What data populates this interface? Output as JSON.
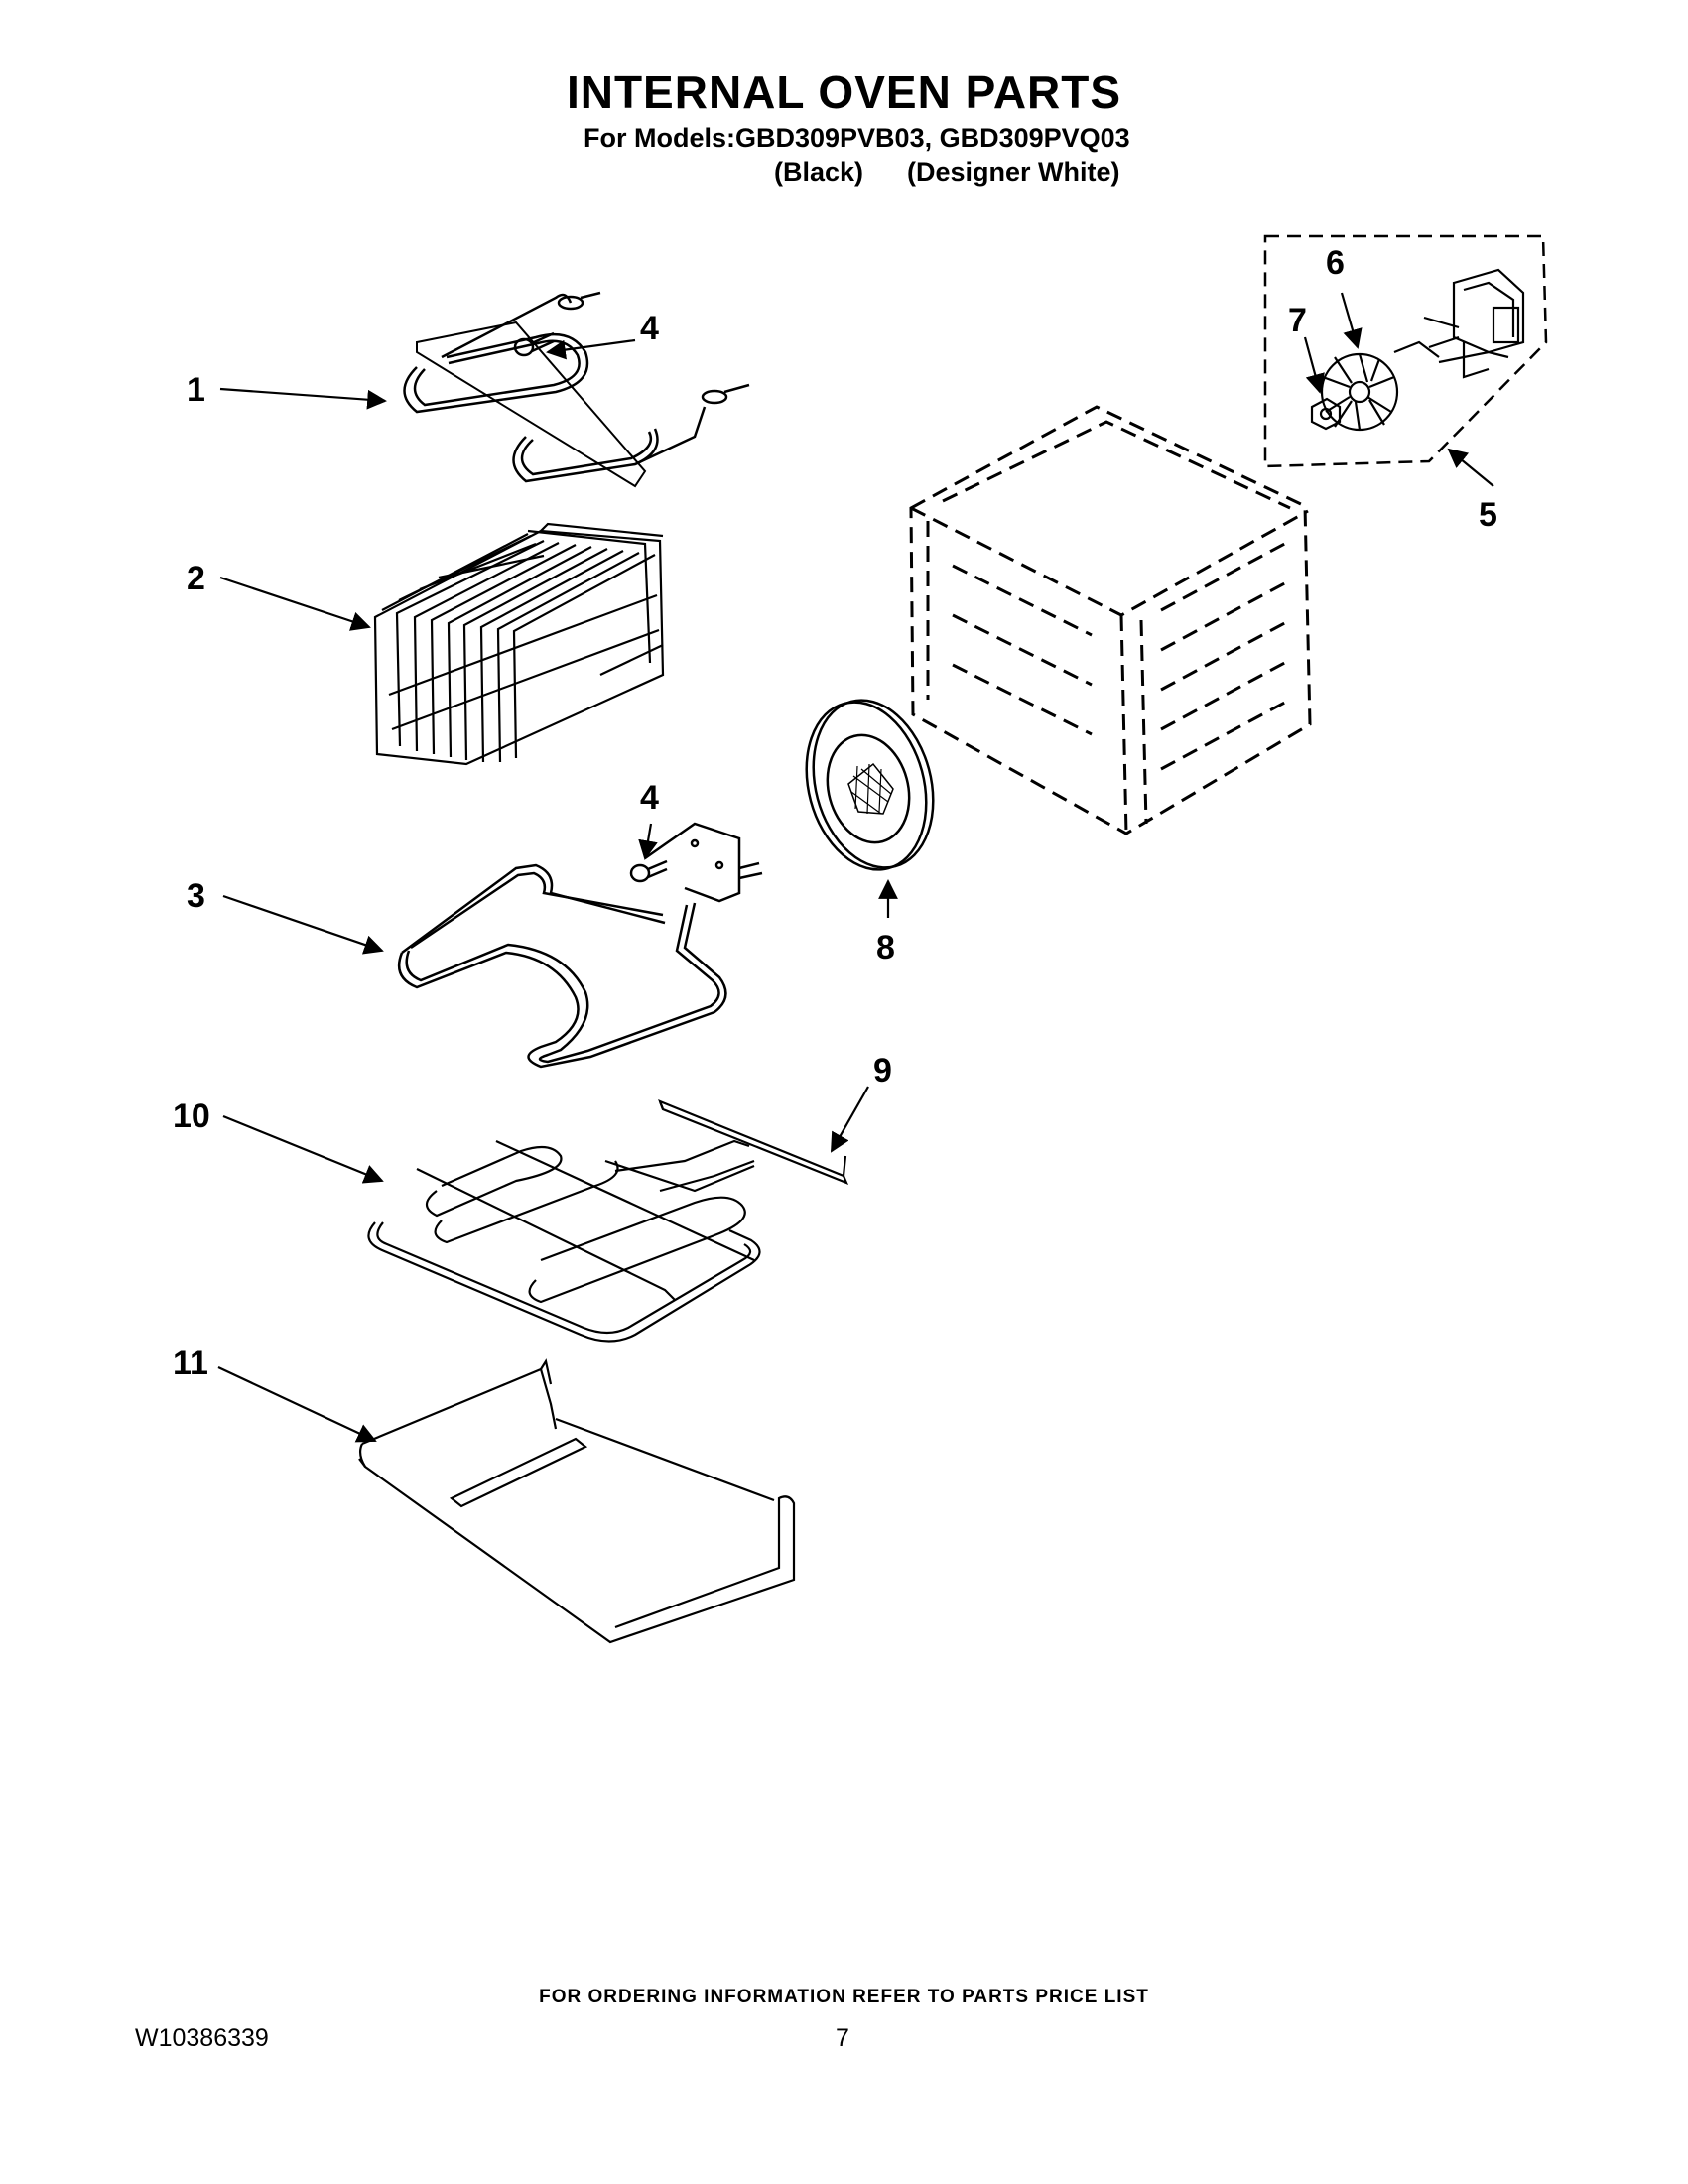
{
  "header": {
    "title": "INTERNAL OVEN PARTS",
    "models_line": "For Models:GBD309PVB03, GBD309PVQ03",
    "variant_black": "(Black)",
    "variant_white": "(Designer White)"
  },
  "callouts": [
    "1",
    "2",
    "3",
    "4",
    "4",
    "5",
    "6",
    "7",
    "8",
    "9",
    "10",
    "11"
  ],
  "footer": {
    "ordering_note": "FOR ORDERING INFORMATION REFER TO PARTS PRICE LIST",
    "doc_number": "W10386339",
    "page_number": "7"
  }
}
